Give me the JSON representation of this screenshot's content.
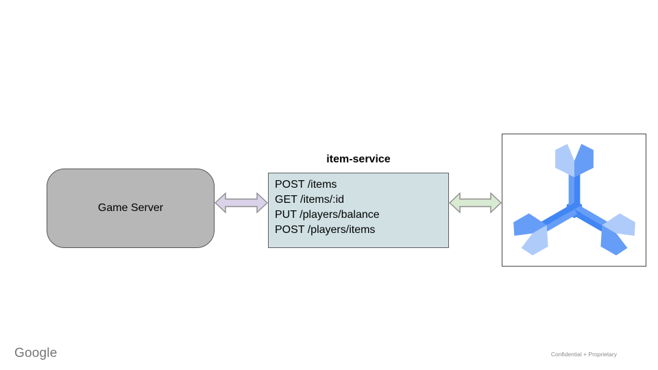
{
  "diagram": {
    "game_server": {
      "label": "Game Server"
    },
    "item_service": {
      "title": "item-service",
      "endpoints": [
        "POST /items",
        "GET /items/:id",
        "PUT /players/balance",
        "POST /players/items"
      ]
    },
    "memorystore": {
      "icon": "memorystore-icon"
    },
    "connections": [
      {
        "from": "game-server",
        "to": "item-service",
        "style": "double-arrow",
        "color": "#d9d2e9"
      },
      {
        "from": "item-service",
        "to": "memorystore",
        "style": "double-arrow",
        "color": "#d9ead3"
      }
    ]
  },
  "footer": {
    "logo": "Google",
    "confidential": "Confidential + Proprietary"
  },
  "colors": {
    "server_fill": "#b7b7b7",
    "service_fill": "#d0e0e3",
    "arrow_purple": "#d9d2e9",
    "arrow_green": "#d9ead3",
    "arrow_stroke": "#8c8c8c",
    "icon_blue_light": "#aecbfa",
    "icon_blue_medium": "#669df6",
    "icon_blue_dark": "#4285f4"
  }
}
